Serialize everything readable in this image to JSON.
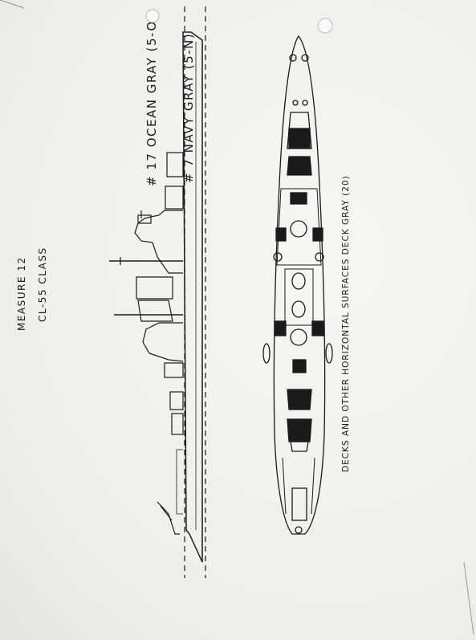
{
  "title": {
    "measure": "MEASURE 12",
    "ship_class": "CL-55 CLASS"
  },
  "paint_labels": {
    "upper_hull": "# 17 OCEAN GRAY (5-O)",
    "lower_hull": "# 7 NAVY GRAY (5-N)",
    "horizontal_surfaces": "DECKS AND OTHER HORIZONTAL SURFACES DECK GRAY (20)"
  },
  "colors": {
    "ink": "#1a1a1a",
    "paper": "#f4f3f0",
    "turret_fill": "#1a1a1a"
  }
}
